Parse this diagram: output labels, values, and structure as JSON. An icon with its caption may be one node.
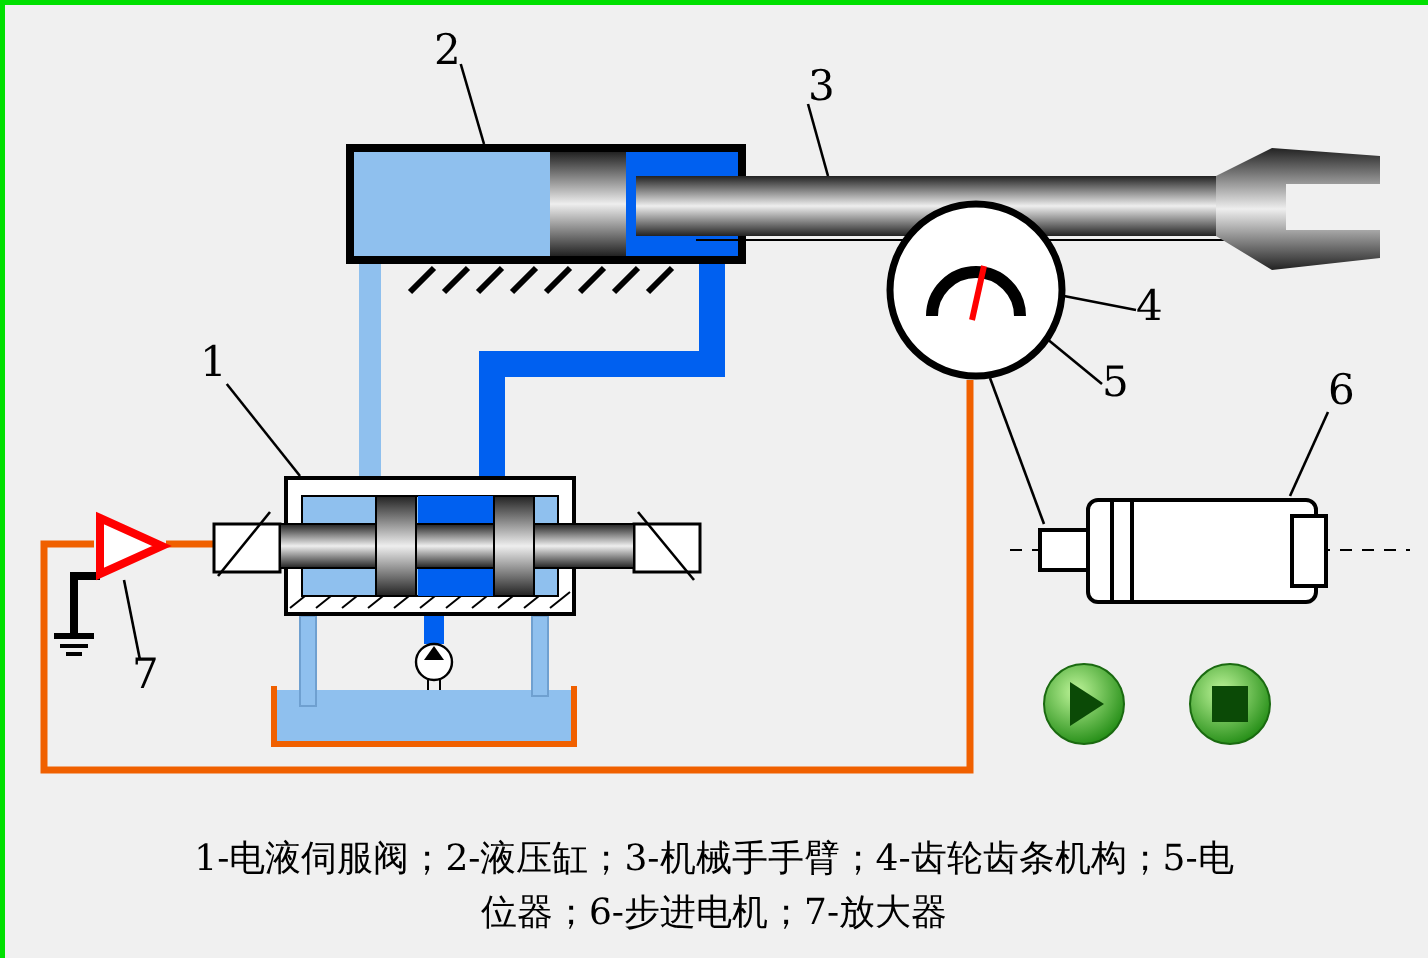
{
  "diagram": {
    "caption": "1-电液伺服阀；2-液压缸；3-机械手手臂；4-齿轮齿条机构；5-电位器；6-步进电机；7-放大器",
    "nodes": [
      {
        "text": [
          "1"
        ]
      },
      {
        "text": [
          "2"
        ]
      },
      {
        "text": [
          "3"
        ]
      },
      {
        "text": [
          "4"
        ]
      },
      {
        "text": [
          "5"
        ]
      },
      {
        "text": [
          "6"
        ]
      },
      {
        "text": [
          "7"
        ]
      },
      {
        "text": [],
        "shape": "box"
      },
      {
        "text": [],
        "shape": "cylinder"
      },
      {
        "text": [],
        "shape": "picture"
      },
      {
        "text": [],
        "shape": "circle"
      },
      {
        "text": [],
        "shape": "picture",
        "in": 10
      },
      {
        "text": [],
        "shape": "box"
      },
      {
        "text": [],
        "shape": "triangle"
      }
    ],
    "edges": [
      {
        "from": 0,
        "to": 7,
        "arrow": "none"
      },
      {
        "from": 1,
        "to": 8,
        "arrow": "none"
      },
      {
        "from": 2,
        "to": 9,
        "arrow": "none"
      },
      {
        "from": 3,
        "to": 10,
        "arrow": "none"
      },
      {
        "from": 4,
        "to": 11,
        "arrow": "none"
      },
      {
        "from": 5,
        "to": 12,
        "arrow": "none"
      },
      {
        "from": 6,
        "to": 13,
        "arrow": "none"
      },
      {
        "from": 10,
        "to": 13,
        "arrow": "none",
        "style": "thick",
        "color": "#f06000"
      },
      {
        "from": 13,
        "to": 7,
        "arrow": "none",
        "style": "thick",
        "color": "#f06000"
      },
      {
        "from": 7,
        "to": 8,
        "arrow": "none",
        "style": "thick",
        "color": "#8fc0ee"
      },
      {
        "from": 7,
        "to": 8,
        "arrow": "none",
        "style": "thick",
        "color": "#0060f0"
      },
      {
        "from": 10,
        "to": 12,
        "arrow": "none"
      }
    ]
  }
}
